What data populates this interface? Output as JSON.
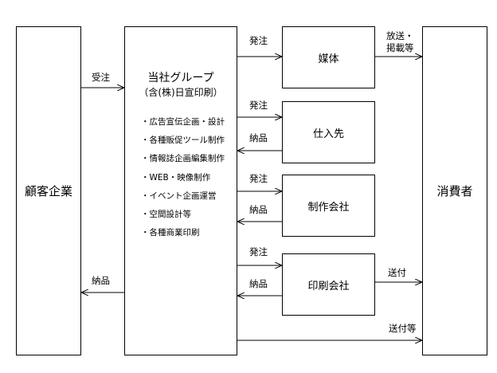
{
  "boxes": {
    "client": "顧客企業",
    "group_title": "当社グループ",
    "group_subtitle": "（含(株)日宣印刷）",
    "media": "媒体",
    "supplier": "仕入先",
    "production": "制作会社",
    "printing": "印刷会社",
    "consumer": "消費者"
  },
  "services": [
    "・広告宣伝企画・設計",
    "・各種販促ツール制作",
    "・情報誌企画編集制作",
    "・WEB・映像制作",
    "・イベント企画運営",
    "・空間設計等",
    "・各種商業印刷"
  ],
  "labels": {
    "order_received": "受注",
    "delivery_to_client": "納品",
    "order_media": "発注",
    "broadcast_line1": "放送・",
    "broadcast_line2": "掲載等",
    "order_supplier": "発注",
    "delivery_supplier": "納品",
    "order_production": "発注",
    "delivery_production": "納品",
    "order_printing": "発注",
    "delivery_printing": "納品",
    "shipping": "送付",
    "shipping_etc": "送付等"
  }
}
